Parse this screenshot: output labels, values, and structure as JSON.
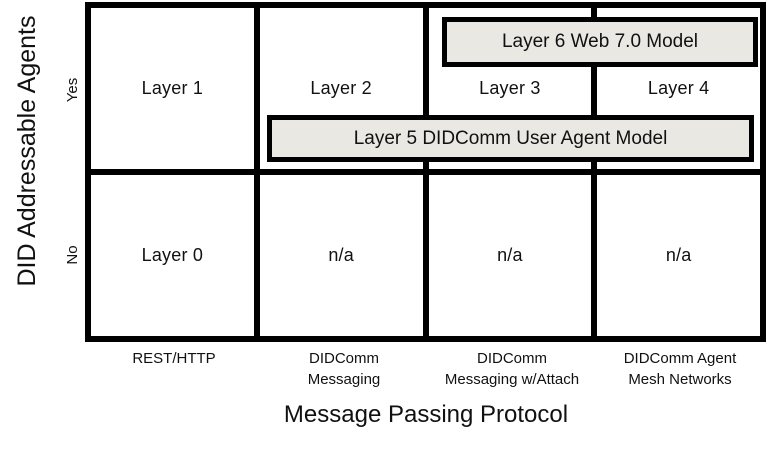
{
  "matrix": {
    "y_axis_label": "DID Addressable Agents",
    "x_axis_label": "Message Passing Protocol",
    "row_labels": [
      "Yes",
      "No"
    ],
    "columns": [
      {
        "line1": "REST/HTTP",
        "line2": ""
      },
      {
        "line1": "DIDComm",
        "line2": "Messaging"
      },
      {
        "line1": "DIDComm",
        "line2": "Messaging w/Attach"
      },
      {
        "line1": "DIDComm Agent",
        "line2": "Mesh Networks"
      }
    ],
    "cells": {
      "yes_row": [
        "Layer 1",
        "Layer 2",
        "Layer 3",
        "Layer 4"
      ],
      "no_row": [
        "Layer 0",
        "n/a",
        "n/a",
        "n/a"
      ]
    },
    "overlays": {
      "layer6": "Layer 6 Web 7.0 Model",
      "layer5": "Layer 5 DIDComm User Agent Model"
    },
    "colors": {
      "banner_fill": "#e9e8e3",
      "line": "#000000",
      "background": "#ffffff",
      "text": "#111111"
    }
  }
}
